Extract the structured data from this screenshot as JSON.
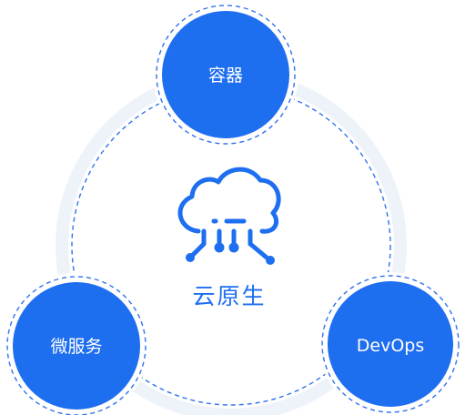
{
  "diagram": {
    "center_label": "云原生",
    "nodes": [
      {
        "id": "containers",
        "label": "容器"
      },
      {
        "id": "microservices",
        "label": "微服务"
      },
      {
        "id": "devops",
        "label": "DevOps"
      }
    ],
    "icon": "cloud-network-icon"
  },
  "colors": {
    "node_fill": "#1e6ef0",
    "dashed_stroke": "#2f72ee",
    "ring": "#eef2f9",
    "center_text": "#1e6ef0"
  }
}
